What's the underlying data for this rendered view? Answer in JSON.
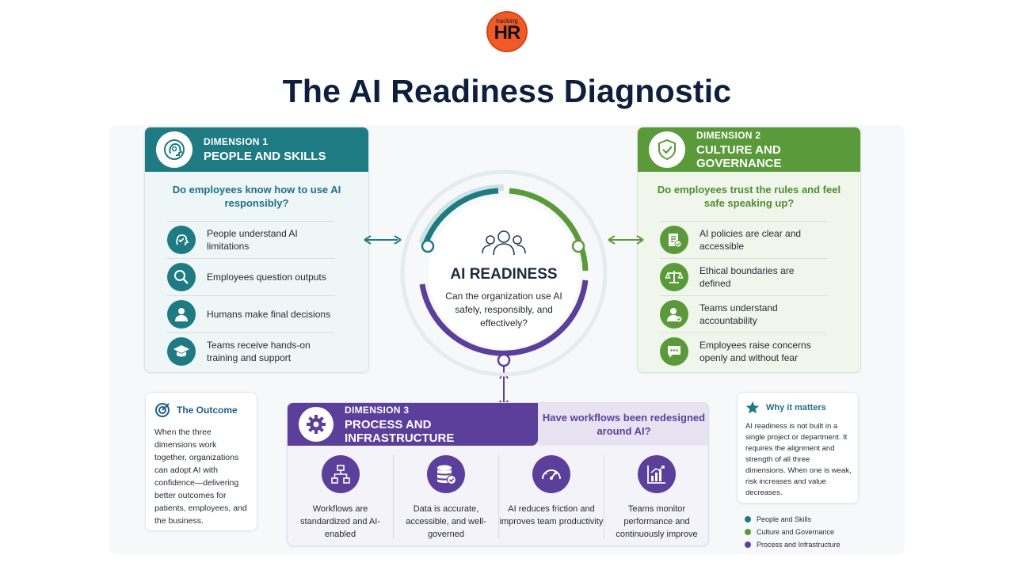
{
  "logo": {
    "small": "hacking",
    "big": "HR"
  },
  "title": "The AI Readiness Diagnostic",
  "dimension1": {
    "number": "DIMENSION 1",
    "name": "PEOPLE AND SKILLS",
    "question": "Do employees know how to use AI responsibly?",
    "items": [
      {
        "icon": "brain-check-icon",
        "text": "People understand AI limitations"
      },
      {
        "icon": "magnifier-icon",
        "text": "Employees question outputs"
      },
      {
        "icon": "person-icon",
        "text": "Humans make final decisions"
      },
      {
        "icon": "graduation-cap-icon",
        "text": "Teams receive hands-on training and support"
      }
    ],
    "color": "#1f7b83"
  },
  "dimension2": {
    "number": "DIMENSION 2",
    "name": "CULTURE AND GOVERNANCE",
    "question": "Do employees trust the rules and feel safe speaking up?",
    "items": [
      {
        "icon": "policy-document-icon",
        "text": "AI policies are clear and accessible"
      },
      {
        "icon": "scales-icon",
        "text": "Ethical boundaries are defined"
      },
      {
        "icon": "person-check-icon",
        "text": "Teams understand accountability"
      },
      {
        "icon": "speech-bubble-icon",
        "text": "Employees raise concerns openly and without fear"
      }
    ],
    "color": "#5a9a3a"
  },
  "center": {
    "title": "AI READINESS",
    "subtitle": "Can the organization use AI safely, responsibly, and effectively?"
  },
  "dimension3": {
    "number": "DIMENSION 3",
    "name": "PROCESS AND INFRASTRUCTURE",
    "question": "Have workflows been redesigned around AI?",
    "items": [
      {
        "icon": "workflow-icon",
        "text": "Workflows are standardized and AI-enabled"
      },
      {
        "icon": "database-check-icon",
        "text": "Data is accurate, accessible, and well-governed"
      },
      {
        "icon": "gauge-icon",
        "text": "AI reduces friction and improves team productivity"
      },
      {
        "icon": "bar-chart-icon",
        "text": "Teams monitor performance and continuously improve"
      }
    ],
    "color": "#5b3f9b"
  },
  "outcome": {
    "title": "The Outcome",
    "body": "When the three dimensions work together, organizations can adopt AI with confidence—delivering better outcomes for patients, employees, and the business."
  },
  "why": {
    "title": "Why it matters",
    "body": "AI readiness is not built in a single project or department. It requires the alignment and strength of all three dimensions. When one is weak, risk increases and value decreases."
  },
  "legend": [
    {
      "label": "People and Skills",
      "color": "#1f7b83"
    },
    {
      "label": "Culture and Governance",
      "color": "#5a9a3a"
    },
    {
      "label": "Process and Infrastructure",
      "color": "#5b3f9b"
    }
  ]
}
